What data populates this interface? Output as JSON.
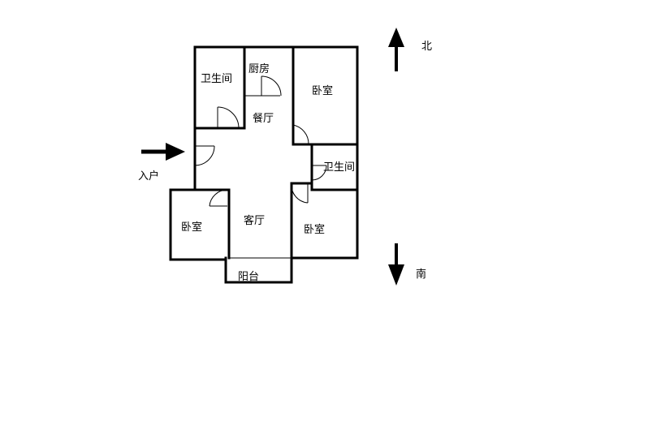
{
  "floorplan": {
    "rooms": {
      "bathroom_upper_left": "卫生间",
      "kitchen": "厨房",
      "dining": "餐厅",
      "bedroom_north": "卧室",
      "bathroom_middle": "卫生间",
      "living": "客厅",
      "bedroom_west": "卧室",
      "bedroom_south": "卧室",
      "balcony": "阳台"
    },
    "entrance": "入户",
    "compass": {
      "north": "北",
      "south": "南"
    }
  }
}
